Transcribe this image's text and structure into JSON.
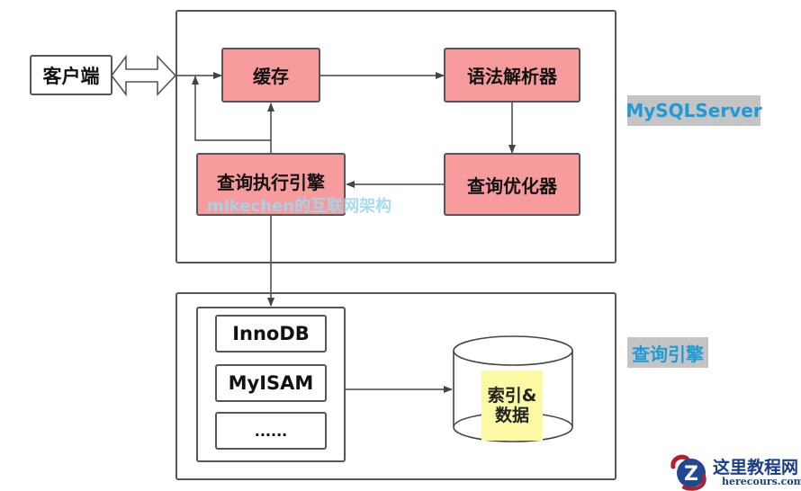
{
  "client": {
    "label": "客户端"
  },
  "server": {
    "side_label": "MySQLServer",
    "nodes": {
      "cache": "缓存",
      "parser": "语法解析器",
      "optimizer": "查询优化器",
      "executor": "查询执行引擎"
    }
  },
  "engine": {
    "side_label": "查询引擎",
    "storage_engines": [
      "InnoDB",
      "MyISAM",
      "......"
    ],
    "storage": {
      "line1": "索引&",
      "line2": "数据"
    }
  },
  "watermark": "mikechen的互联网架构",
  "logo": {
    "title": "这里教程网",
    "subtitle": "herecours.com",
    "letter": "Z"
  },
  "colors": {
    "node_fill": "#f79b9c",
    "label_blue": "#1e9bd7",
    "label_bg": "#c4c4c4",
    "note_fill": "#fbf9a4"
  }
}
